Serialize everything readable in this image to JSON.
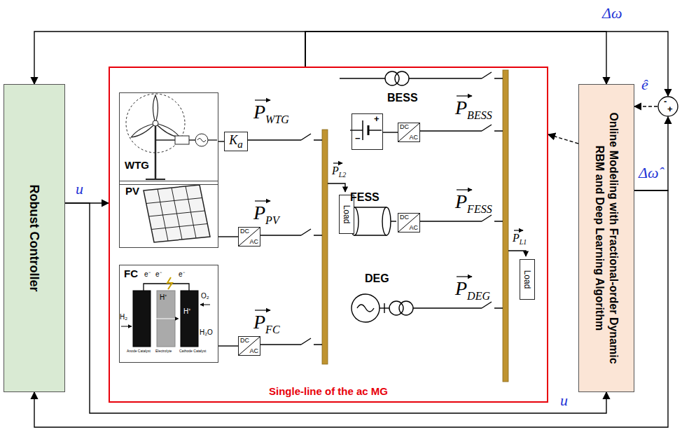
{
  "diagram": {
    "nodes": [
      {
        "text": [
          "Robust Controller"
        ]
      },
      {
        "text": [
          "Single-line of the ac MG"
        ]
      },
      {
        "text": [
          "WTG"
        ],
        "in": 1
      },
      {
        "text": [
          "Ka"
        ],
        "in": 1
      },
      {
        "text": [
          "PV"
        ],
        "in": 1
      },
      {
        "text": [
          "DC",
          "AC"
        ],
        "in": 1
      },
      {
        "text": [
          "FC"
        ],
        "in": 1
      },
      {
        "text": [
          "DC",
          "AC"
        ],
        "in": 1
      },
      {
        "text": [
          "Load"
        ],
        "in": 1
      },
      {
        "text": [
          "+",
          "−"
        ],
        "in": 1
      },
      {
        "text": [
          "DC",
          "AC"
        ],
        "in": 1
      },
      {
        "text": [
          "DC",
          "AC"
        ],
        "in": 1
      },
      {
        "text": [
          "Load"
        ],
        "in": 1
      },
      {
        "text": [
          "Online Modeling with Fractional-order Dynamic RBM and Deep Learning Algorithm"
        ]
      },
      {
        "text": [
          "-",
          "+"
        ]
      }
    ],
    "edges": [
      {
        "from": 0,
        "to": 1,
        "arrow": "to"
      },
      {
        "from": 1,
        "to": 0,
        "arrow": "to"
      },
      {
        "from": 1,
        "to": 13,
        "arrow": "to"
      },
      {
        "from": 1,
        "to": 14,
        "arrow": "to"
      },
      {
        "from": 13,
        "to": 14,
        "arrow": "to"
      },
      {
        "from": 13,
        "to": 0,
        "arrow": "to"
      },
      {
        "from": 14,
        "to": 13,
        "arrow": "to"
      },
      {
        "from": 0,
        "to": 13,
        "arrow": "to"
      },
      {
        "from": 13,
        "to": 1,
        "arrow": "to"
      },
      {
        "from": 2,
        "to": 3,
        "arrow": "none"
      },
      {
        "from": 4,
        "to": 5,
        "arrow": "none"
      },
      {
        "from": 6,
        "to": 7,
        "arrow": "none"
      },
      {
        "from": 9,
        "to": 10,
        "arrow": "none"
      }
    ],
    "labels": [
      "Δω",
      "u",
      "u",
      "ê",
      "Δω̂",
      "PWTG",
      "PPV",
      "PFC",
      "PL2",
      "BESS",
      "PBESS",
      "FESS",
      "PFESS",
      "PL1",
      "DEG",
      "PDEG",
      "e⁻",
      "e⁻",
      "e⁻",
      "H₂",
      "H⁺",
      "H⁺",
      "O₂",
      "H₂O",
      "Anode Catalyst",
      "Electrolyte",
      "Cathode Catalyst"
    ]
  }
}
